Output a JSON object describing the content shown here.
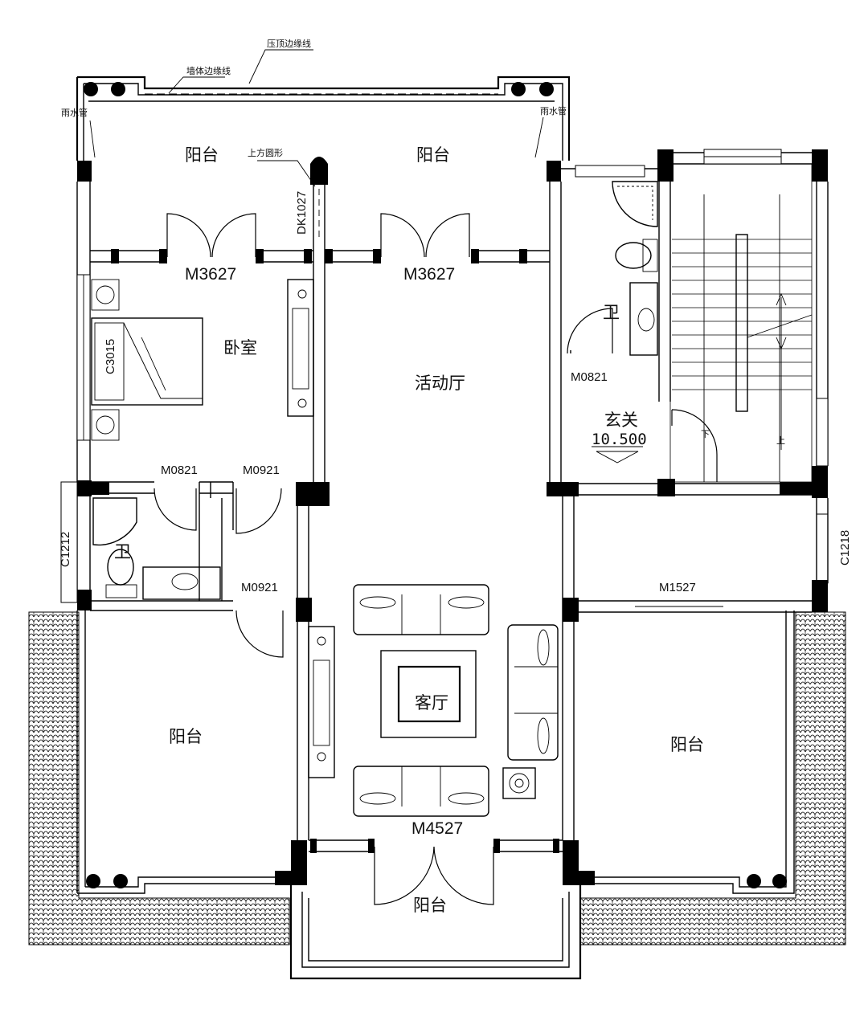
{
  "rooms": {
    "balcony_top_left": "阳台",
    "balcony_top_right": "阳台",
    "bedroom": "卧室",
    "activity_hall": "活动厅",
    "bath_upper": "卫",
    "bath_lower": "卫",
    "foyer": "玄关",
    "living_room": "客厅",
    "balcony_bottom_left": "阳台",
    "balcony_bottom_right": "阳台",
    "balcony_front": "阳台"
  },
  "elevation": "10.500",
  "doors": {
    "m3627_left": "M3627",
    "m3627_right": "M3627",
    "dk1027": "DK1027",
    "m0821_bath": "M0821",
    "m0821_bedroom": "M0821",
    "m0921_upper": "M0921",
    "m0921_lower": "M0921",
    "m1527": "M1527",
    "m4527": "M4527"
  },
  "windows": {
    "c3015": "C3015",
    "c1212": "C1212",
    "c1218": "C1218"
  },
  "annotations": {
    "roof_edge_line": "压顶边缘线",
    "wall_edge_line": "墙体边缘线",
    "rain_pipe_left": "雨水管",
    "rain_pipe_right": "雨水管",
    "arch_above": "上方圆形"
  },
  "stair_marks": {
    "up": "上",
    "down": "下"
  }
}
